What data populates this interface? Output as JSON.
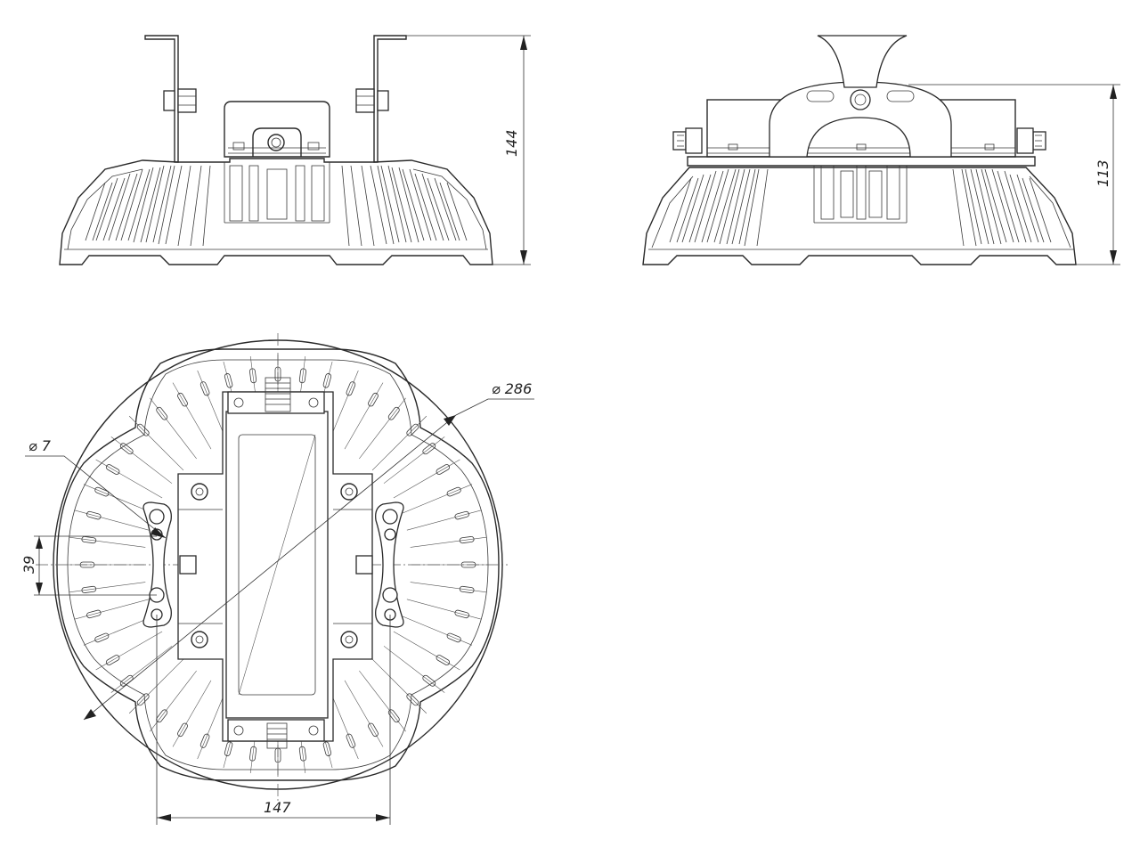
{
  "dimensions": {
    "front_height": "144",
    "side_height": "113",
    "diameter_body": "⌀ 286",
    "diameter_hole": "⌀ 7",
    "hole_spacing": "39",
    "mount_width": "147"
  },
  "colors": {
    "line": "#2a2a2a",
    "background": "#ffffff"
  }
}
